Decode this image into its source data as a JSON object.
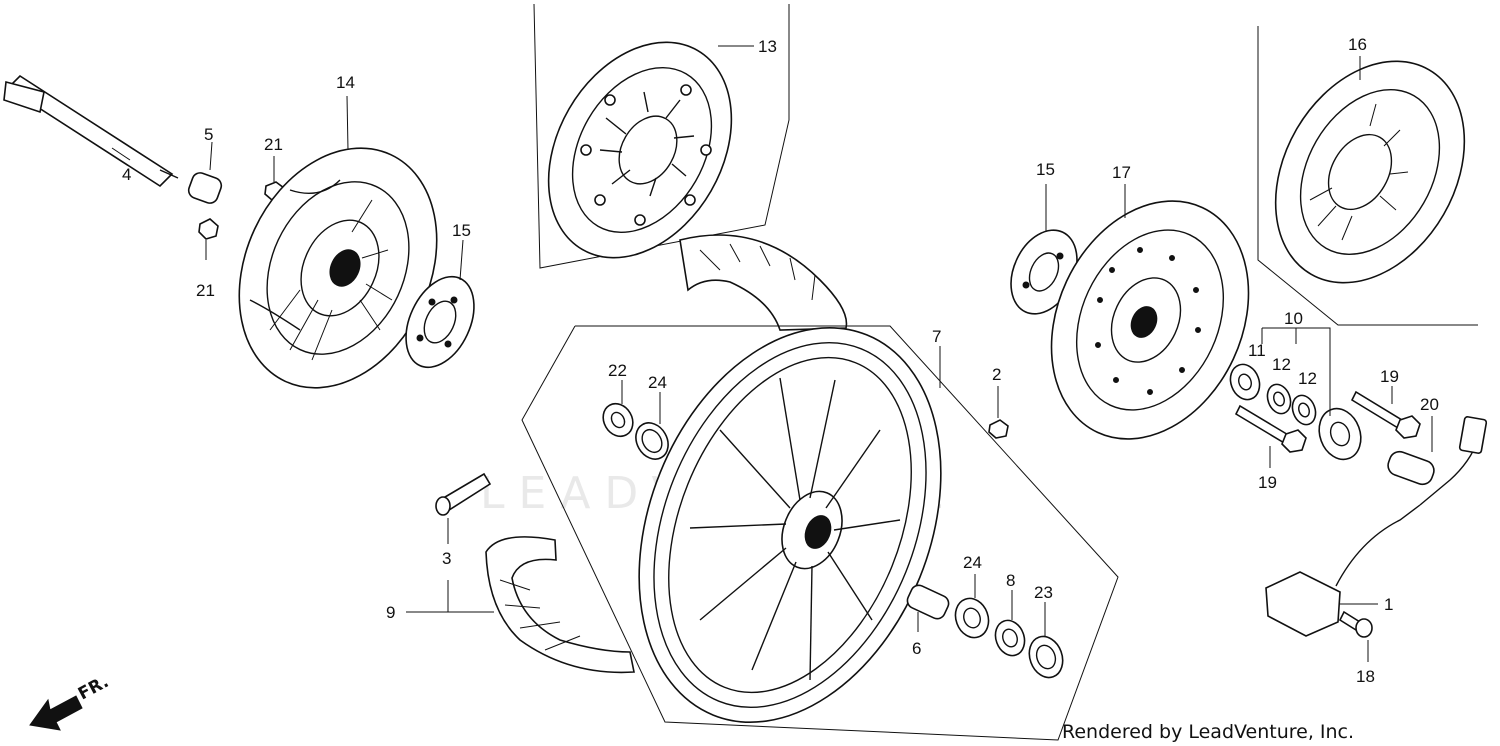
{
  "watermark": "LEADVENTURE",
  "credit": "Rendered by LeadVenture, Inc.",
  "direction_label": "FR.",
  "callouts": {
    "c1": "1",
    "c2": "2",
    "c3": "3",
    "c4": "4",
    "c5": "5",
    "c6": "6",
    "c7": "7",
    "c8": "8",
    "c9": "9",
    "c10": "10",
    "c11": "11",
    "c12a": "12",
    "c12b": "12",
    "c13": "13",
    "c14": "14",
    "c15a": "15",
    "c15b": "15",
    "c16": "16",
    "c17": "17",
    "c18": "18",
    "c19a": "19",
    "c19b": "19",
    "c20": "20",
    "c21a": "21",
    "c21b": "21",
    "c22": "22",
    "c23": "23",
    "c24a": "24",
    "c24b": "24"
  }
}
